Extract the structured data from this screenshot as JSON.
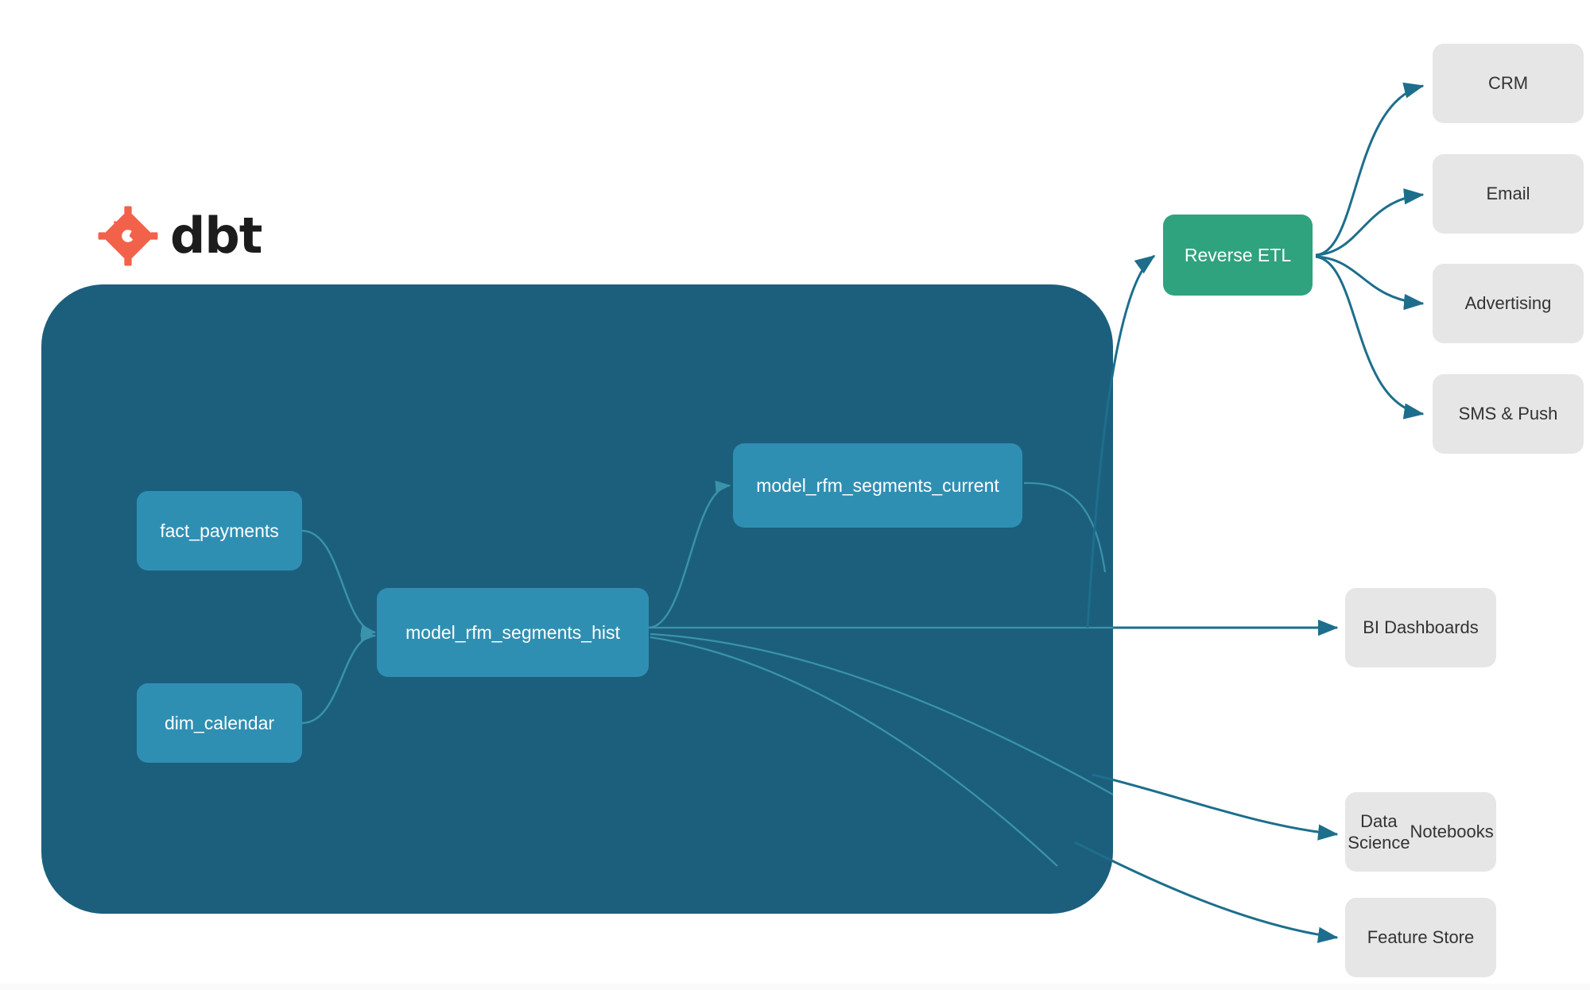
{
  "brand": {
    "name": "dbt",
    "logo_icon": "dbt-logo-icon",
    "logo_color": "#f2624a"
  },
  "colors": {
    "container_background": "#1c5f7d",
    "model_node": "#2f8fb3",
    "reverse_etl_node": "#2fa37d",
    "destination_node": "#e6e6e6",
    "destination_text": "#333333",
    "edge_outer": "#1d6e8c",
    "edge_inner": "#3a93ab",
    "canvas": "#ffffff"
  },
  "dbt_project": {
    "label": "dbt",
    "models": [
      {
        "id": "fact_payments",
        "label": "fact_payments"
      },
      {
        "id": "dim_calendar",
        "label": "dim_calendar"
      },
      {
        "id": "model_rfm_segments_hist",
        "label": "model_rfm_segments_hist"
      },
      {
        "id": "model_rfm_segments_current",
        "label": "model_rfm_segments_current"
      }
    ]
  },
  "activation": {
    "reverse_etl": {
      "id": "reverse_etl",
      "label": "Reverse ETL"
    }
  },
  "destinations": [
    {
      "id": "crm",
      "label": "CRM"
    },
    {
      "id": "email",
      "label": "Email"
    },
    {
      "id": "advertising",
      "label": "Advertising"
    },
    {
      "id": "sms_push",
      "label": "SMS & Push"
    },
    {
      "id": "bi_dashboards",
      "label": "BI Dashboards"
    },
    {
      "id": "data_science_notebooks",
      "label": "Data Science\nNotebooks",
      "line1": "Data Science",
      "line2": "Notebooks"
    },
    {
      "id": "feature_store",
      "label": "Feature Store"
    }
  ],
  "edges": [
    {
      "from": "fact_payments",
      "to": "model_rfm_segments_hist",
      "style": "inner"
    },
    {
      "from": "dim_calendar",
      "to": "model_rfm_segments_hist",
      "style": "inner"
    },
    {
      "from": "model_rfm_segments_hist",
      "to": "model_rfm_segments_current",
      "style": "inner"
    },
    {
      "from": "model_rfm_segments_hist",
      "to": "bi_dashboards",
      "style": "outer"
    },
    {
      "from": "model_rfm_segments_hist",
      "to": "data_science_notebooks",
      "style": "outer"
    },
    {
      "from": "model_rfm_segments_hist",
      "to": "feature_store",
      "style": "outer"
    },
    {
      "from": "model_rfm_segments_current",
      "to": "reverse_etl",
      "style": "outer"
    },
    {
      "from": "reverse_etl",
      "to": "crm",
      "style": "outer"
    },
    {
      "from": "reverse_etl",
      "to": "email",
      "style": "outer"
    },
    {
      "from": "reverse_etl",
      "to": "advertising",
      "style": "outer"
    },
    {
      "from": "reverse_etl",
      "to": "sms_push",
      "style": "outer"
    }
  ]
}
